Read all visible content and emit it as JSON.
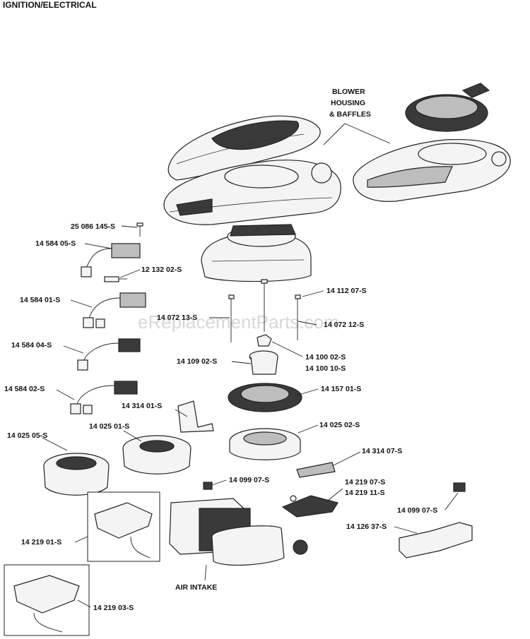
{
  "title": "IGNITION/ELECTRICAL",
  "watermark": "eReplacementParts.com",
  "parts": {
    "blower_housing_1": "BLOWER",
    "blower_housing_2": "HOUSING",
    "blower_housing_3": "& BAFFLES",
    "p25086145s": "25 086 145-S",
    "p1458405s_top": "14 584 05-S",
    "p1213202s": "12 132 02-S",
    "p1458401s": "14 584 01-S",
    "p1411207s": "14 112 07-S",
    "p1407213s": "14 072 13-S",
    "p1407212s": "14 072 12-S",
    "p1458404s": "14 584 04-S",
    "p1410002s": "14 100 02-S",
    "p1410010s": "14 100 10-S",
    "p1410902s": "14 109 02-S",
    "p1458402s": "14 584 02-S",
    "p1415701s": "14 157 01-S",
    "p1431401s": "14 314 01-S",
    "p1402505s": "14 025 05-S",
    "p1402501s": "14 025 01-S",
    "p1402502s": "14 025 02-S",
    "p1431407s": "14 314 07-S",
    "p1409907s_a": "14 099 07-S",
    "p1421907s": "14 219 07-S",
    "p1421911s": "14 219 11-S",
    "p1409907s_b": "14 099 07-S",
    "p1412637s": "14 126 37-S",
    "p1421901s": "14 219 01-S",
    "air_intake": "AIR INTAKE",
    "p1421903s": "14 219 03-S"
  }
}
